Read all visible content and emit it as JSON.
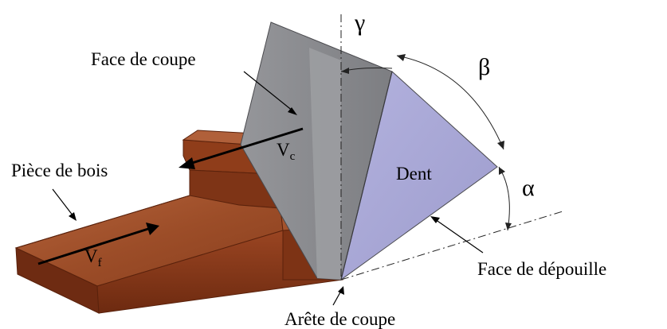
{
  "colors": {
    "wood_top": "#a0522d",
    "wood_front": "#8b3a1a",
    "wood_dark": "#6e2b12",
    "rake_face": "#8a8b8e",
    "rake_face_light": "#a3a4a7",
    "flank_face": "#a9a8d6",
    "flank_dark": "#8e8dc0",
    "line": "#000000"
  },
  "labels": {
    "rake_face": "Face de coupe",
    "workpiece": "Pièce de bois",
    "tooth": "Dent",
    "flank_face": "Face de dépouille",
    "cutting_edge": "Arête de coupe",
    "gamma": "γ",
    "beta": "β",
    "alpha": "α",
    "vc_main": "V",
    "vc_sub": "c",
    "vf_main": "V",
    "vf_sub": "f"
  }
}
